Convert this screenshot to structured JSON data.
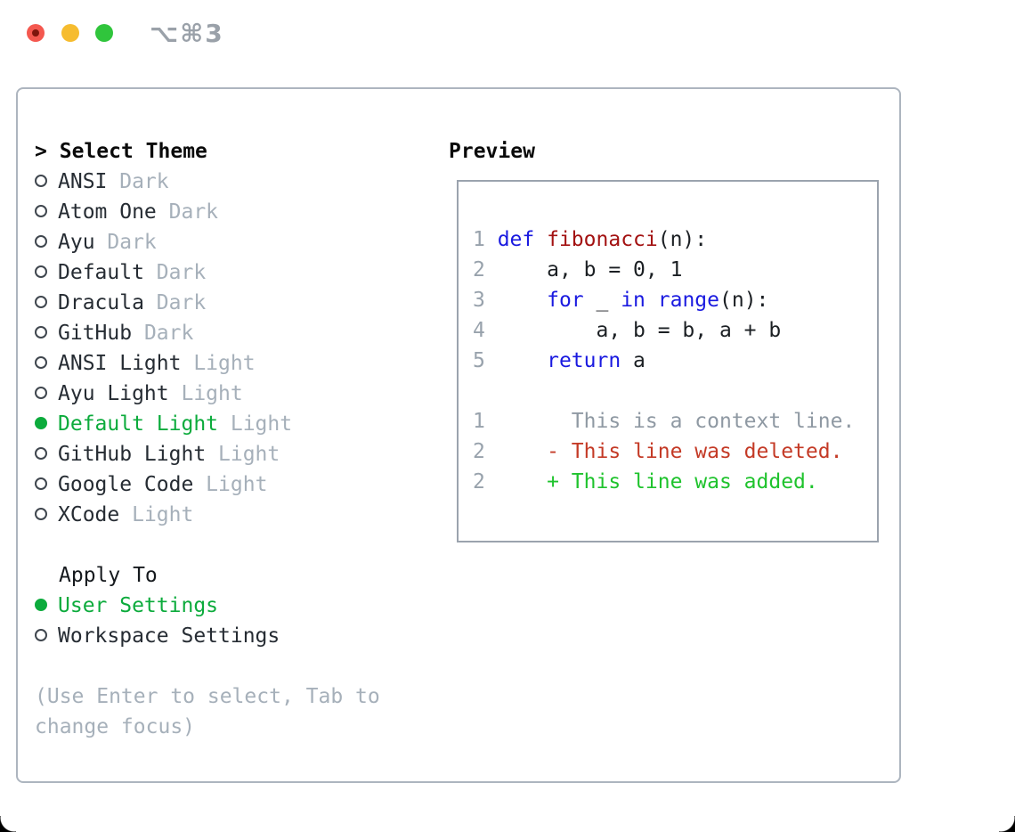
{
  "window": {
    "shortcut_label": "⌥⌘3"
  },
  "traffic_lights": {
    "close": "close-button",
    "minimize": "minimize-button",
    "zoom": "zoom-button"
  },
  "theme_picker": {
    "prompt_char": ">",
    "title": "Select Theme",
    "themes": [
      {
        "name": "ANSI",
        "variant": "Dark",
        "selected": false
      },
      {
        "name": "Atom One",
        "variant": "Dark",
        "selected": false
      },
      {
        "name": "Ayu",
        "variant": "Dark",
        "selected": false
      },
      {
        "name": "Default",
        "variant": "Dark",
        "selected": false
      },
      {
        "name": "Dracula",
        "variant": "Dark",
        "selected": false
      },
      {
        "name": "GitHub",
        "variant": "Dark",
        "selected": false
      },
      {
        "name": "ANSI Light",
        "variant": "Light",
        "selected": false
      },
      {
        "name": "Ayu Light",
        "variant": "Light",
        "selected": false
      },
      {
        "name": "Default Light",
        "variant": "Light",
        "selected": true
      },
      {
        "name": "GitHub Light",
        "variant": "Light",
        "selected": false
      },
      {
        "name": "Google Code",
        "variant": "Light",
        "selected": false
      },
      {
        "name": "XCode",
        "variant": "Light",
        "selected": false
      }
    ],
    "apply_to": {
      "title": "Apply To",
      "options": [
        {
          "label": "User Settings",
          "selected": true
        },
        {
          "label": "Workspace Settings",
          "selected": false
        }
      ]
    },
    "hint_lines": [
      "(Use Enter to select, Tab to",
      "change focus)"
    ]
  },
  "preview": {
    "title": "Preview",
    "code_lines": [
      {
        "num": "1",
        "tokens": [
          {
            "text": "def",
            "color": "keyword"
          },
          {
            "text": " ",
            "color": "plain"
          },
          {
            "text": "fibonacci",
            "color": "function"
          },
          {
            "text": "(n):",
            "color": "plain"
          }
        ]
      },
      {
        "num": "2",
        "tokens": [
          {
            "text": "    a, b = 0, 1",
            "color": "plain"
          }
        ]
      },
      {
        "num": "3",
        "tokens": [
          {
            "text": "    ",
            "color": "plain"
          },
          {
            "text": "for",
            "color": "keyword"
          },
          {
            "text": " _ ",
            "color": "plain"
          },
          {
            "text": "in",
            "color": "keyword"
          },
          {
            "text": " ",
            "color": "plain"
          },
          {
            "text": "range",
            "color": "keyword"
          },
          {
            "text": "(n):",
            "color": "plain"
          }
        ]
      },
      {
        "num": "4",
        "tokens": [
          {
            "text": "        a, b = b, a + b",
            "color": "plain"
          }
        ]
      },
      {
        "num": "5",
        "tokens": [
          {
            "text": "    ",
            "color": "plain"
          },
          {
            "text": "return",
            "color": "keyword"
          },
          {
            "text": " a",
            "color": "plain"
          }
        ]
      },
      {
        "num": "",
        "tokens": []
      },
      {
        "num": "1",
        "tokens": [
          {
            "text": "      This is a context line.",
            "color": "context"
          }
        ]
      },
      {
        "num": "2",
        "tokens": [
          {
            "text": "    - This line was deleted.",
            "color": "deleted"
          }
        ]
      },
      {
        "num": "2",
        "tokens": [
          {
            "text": "    + This line was added.",
            "color": "added"
          }
        ]
      }
    ]
  },
  "colors": {
    "accent_green": "#0cab3c",
    "keyword_blue": "#1a1ae0",
    "function_red": "#a31212",
    "diff_deleted": "#c43a26",
    "diff_added": "#1fc32d",
    "muted_gray": "#a6b0ba",
    "line_number_gray": "#98a2ac",
    "text_dark": "#262c33",
    "traffic_red": "#f4584f",
    "traffic_yellow": "#f6bc2f",
    "traffic_green": "#30c53c"
  }
}
